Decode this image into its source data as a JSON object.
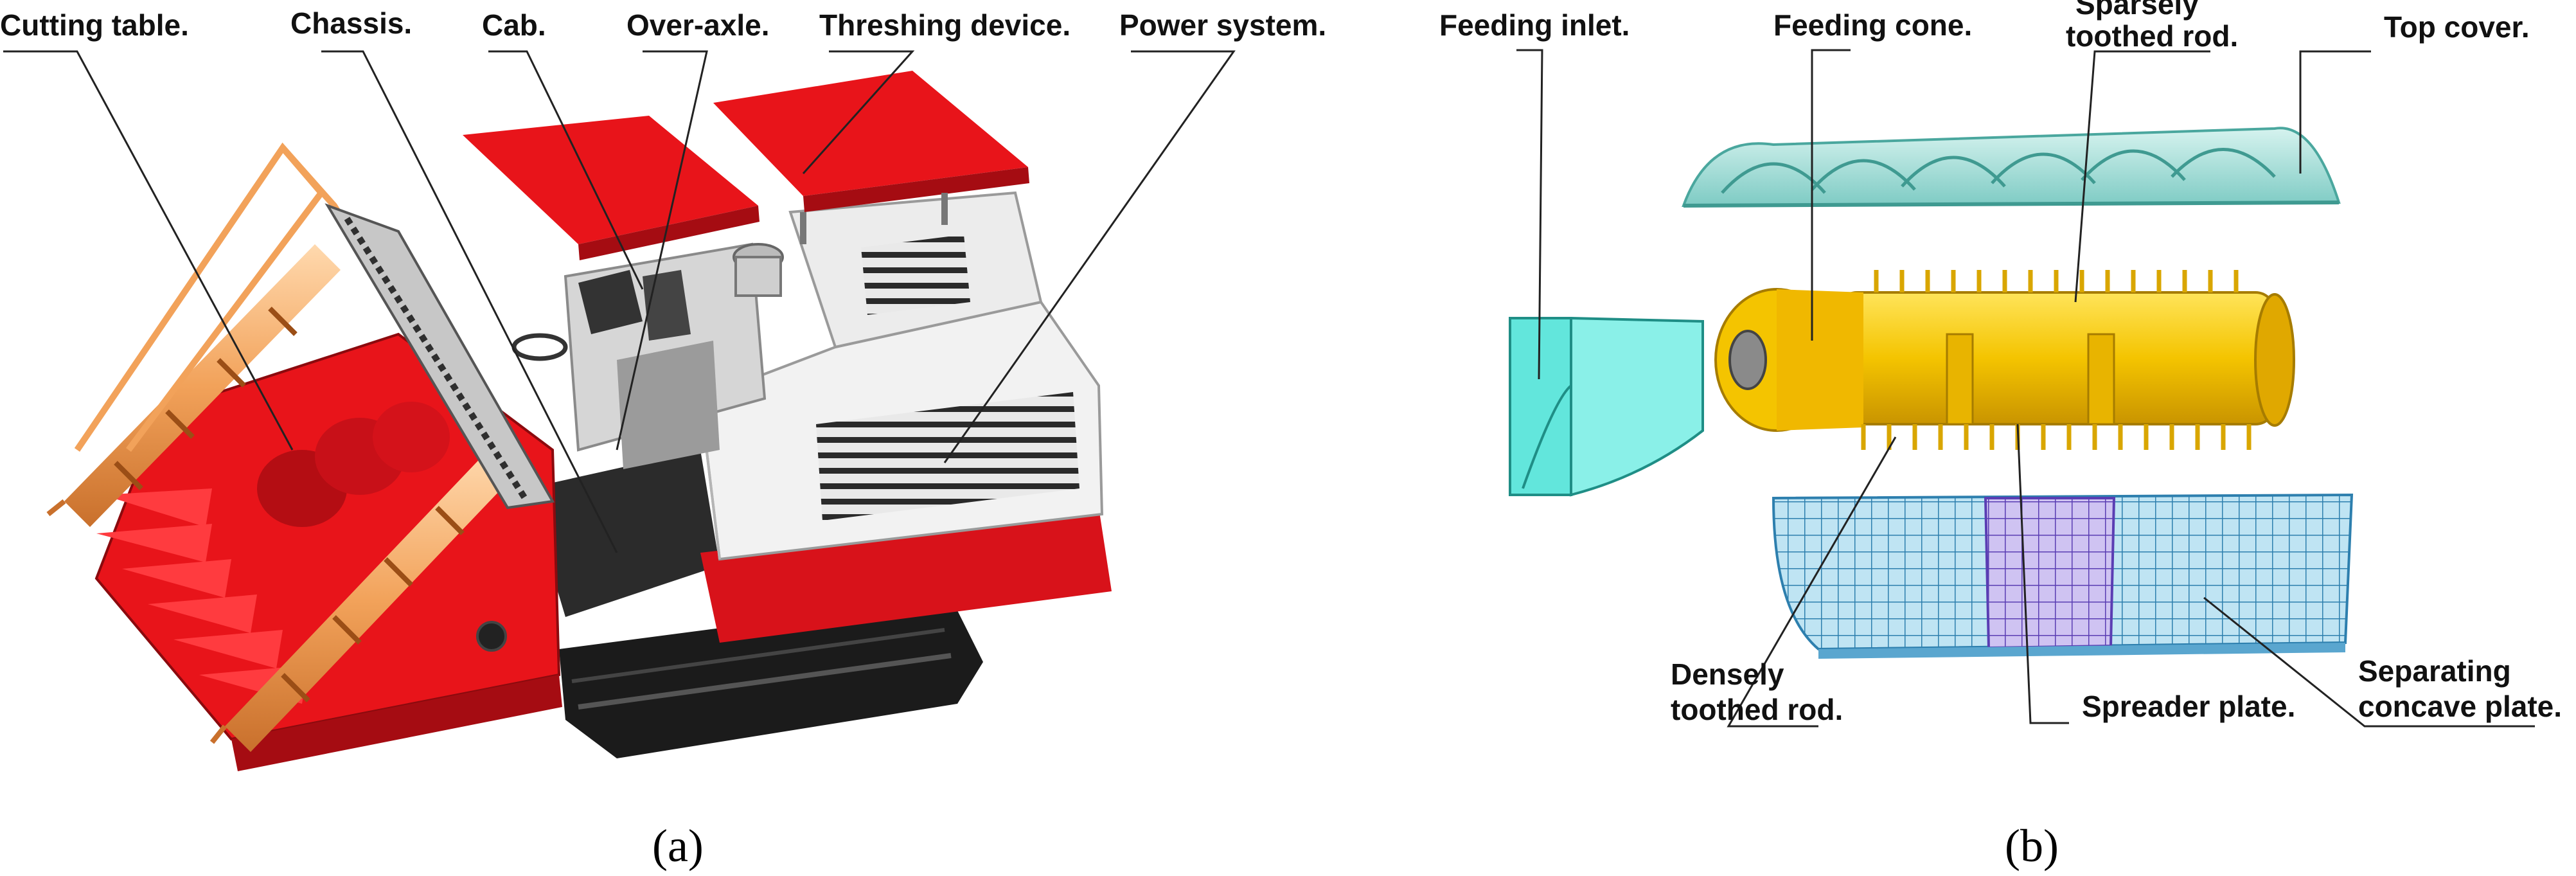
{
  "panel_a": {
    "labels": {
      "cutting_table": "Cutting table.",
      "chassis": "Chassis.",
      "cab": "Cab.",
      "over_axle": "Over-axle.",
      "threshing_device": "Threshing device.",
      "power_system": "Power system."
    },
    "caption": "(a)"
  },
  "panel_b": {
    "labels": {
      "feeding_inlet": "Feeding inlet.",
      "feeding_cone": "Feeding cone.",
      "sparsely_toothed_rod_1": "Sparsely",
      "sparsely_toothed_rod_2": "toothed rod.",
      "top_cover": "Top cover.",
      "densely_toothed_rod_1": "Densely",
      "densely_toothed_rod_2": "toothed rod.",
      "spreader_plate": "Spreader plate.",
      "separating_concave_plate_1": "Separating",
      "separating_concave_plate_2": "concave plate."
    },
    "caption": "(b)"
  },
  "colors": {
    "harvester_red": "#e8141a",
    "machine_body": "#f2f2f2",
    "auger_orange": "#f2a25a",
    "track_black": "#1b1b1b",
    "rotor_yellow": "#f4c400",
    "cover_teal": "#8fd6cf",
    "inlet_cyan": "#62e6dc",
    "concave_blue": "#6fb6d9",
    "spreader_purple": "#8a6ad6"
  }
}
